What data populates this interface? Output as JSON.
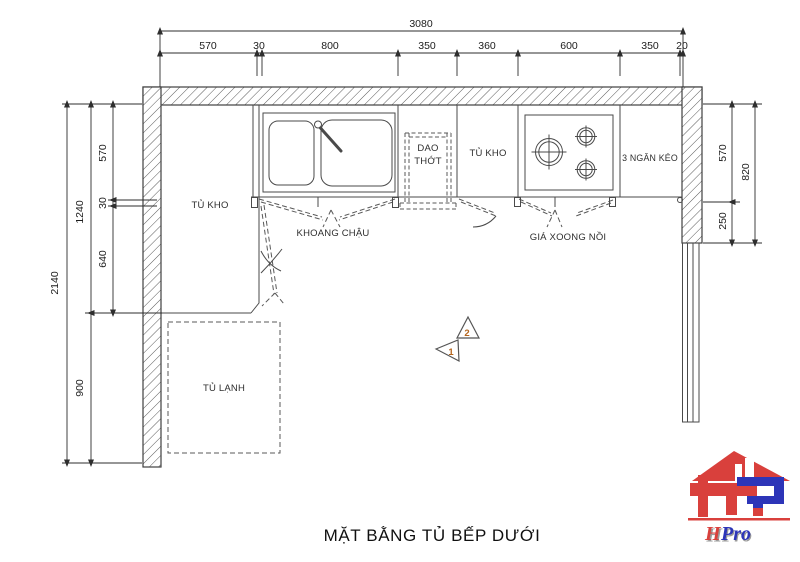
{
  "title": "MẶT BẰNG TỦ BẾP DƯỚI",
  "colors": {
    "logo_red": "#d9403c",
    "logo_blue": "#2d35b8",
    "logo_shadow": "#9a9a9a",
    "marker_number": "#b5651d"
  },
  "dims": {
    "top": {
      "total": "3080",
      "segments": [
        "570",
        "30",
        "800",
        "350",
        "360",
        "600",
        "350",
        "20"
      ]
    },
    "left": {
      "total": "2140",
      "sub": [
        "1240",
        "900"
      ],
      "inner": [
        "570",
        "30",
        "640"
      ]
    },
    "right": {
      "total": "820",
      "segments": [
        "570",
        "250"
      ]
    }
  },
  "labels": {
    "tu_kho_left": "TỦ KHO",
    "khoang_chau": "KHOANG CHẬU",
    "dao": "DAO",
    "thot": "THỚT",
    "tu_kho_mid": "TỦ KHO",
    "gia_xoong_noi": "GIÁ XOONG NỒI",
    "ngan_keo": "3 NGĂN KÉO",
    "tu_lanh": "TỦ LẠNH"
  },
  "markers": {
    "m1": "1",
    "m2": "2"
  },
  "logo": {
    "full": "HPro",
    "h": "H",
    "pro": "Pro"
  }
}
